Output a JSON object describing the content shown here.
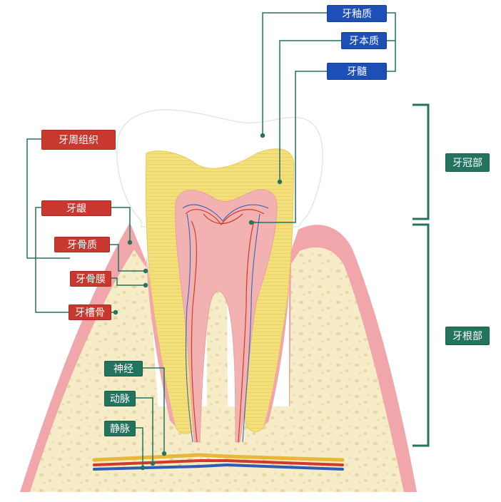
{
  "labels": {
    "enamel": "牙釉质",
    "dentin": "牙本质",
    "pulp": "牙髓",
    "periodontal_tissue": "牙周组织",
    "gingiva": "牙龈",
    "cementum": "牙骨质",
    "periodontal_ligament": "牙骨膜",
    "alveolar_bone": "牙槽骨",
    "crown": "牙冠部",
    "root": "牙根部",
    "nerve": "神经",
    "artery": "动脉",
    "vein": "静脉"
  },
  "colors": {
    "enamel": "#ffffff",
    "dentin": "#f3e07a",
    "pulp": "#f3b2b2",
    "gum": "#f0a6ab",
    "bone": "#f6ecc8",
    "artery": "#d13a2a",
    "vein": "#2d5bb8",
    "nerve": "#e8b73a",
    "blue_label": "#1d4fb7",
    "red_label": "#c9382f",
    "teal_label": "#23735f"
  }
}
